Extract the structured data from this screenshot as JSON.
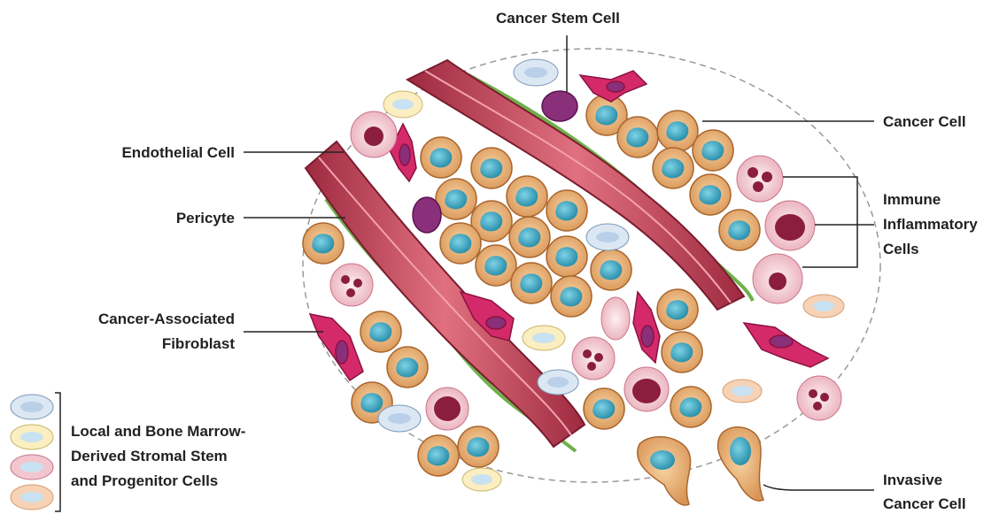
{
  "labels": {
    "cancer_stem_cell": "Cancer Stem Cell",
    "cancer_cell": "Cancer Cell",
    "endothelial_cell": "Endothelial Cell",
    "pericyte": "Pericyte",
    "immune_line1": "Immune",
    "immune_line2": "Inflammatory",
    "immune_line3": "Cells",
    "caf_line1": "Cancer-Associated",
    "caf_line2": "Fibroblast",
    "stromal_line1": "Local and Bone Marrow-",
    "stromal_line2": "Derived Stromal Stem",
    "stromal_line3": "and Progenitor Cells",
    "invasive_line1": "Invasive",
    "invasive_line2": "Cancer Cell"
  },
  "colors": {
    "cancer_cell": "#e8b073",
    "cancer_nucleus": "#2b9bb5",
    "vessel": "#c8455a",
    "pericyte": "#6fb04a",
    "fibroblast": "#d42a6a",
    "stem_cell": "#8a2f7a",
    "immune": "#f3c6cf",
    "immune_nucleus": "#8b1e3f"
  }
}
